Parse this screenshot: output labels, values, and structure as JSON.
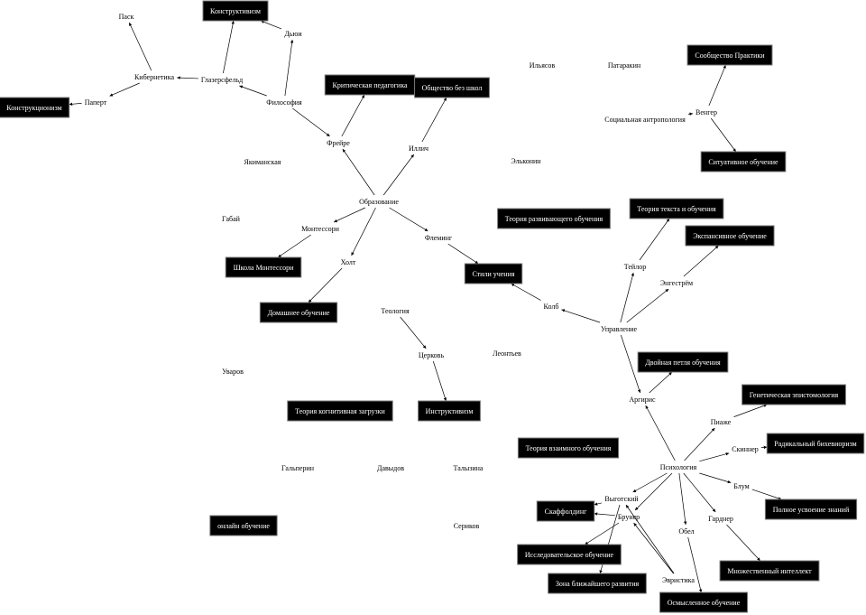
{
  "colors": {
    "background": "#ffffff",
    "box_fill": "#000000",
    "box_text": "#ffffff",
    "plain_text": "#000000",
    "edge": "#000000"
  },
  "nodes": [
    {
      "id": "pask",
      "label": "Паск",
      "type": "plain"
    },
    {
      "id": "constructivism",
      "label": "Конструктивизм",
      "type": "box"
    },
    {
      "id": "dewey",
      "label": "Дьюи",
      "type": "plain"
    },
    {
      "id": "cybernetics",
      "label": "Кибернетика",
      "type": "plain"
    },
    {
      "id": "glasersfeld",
      "label": "Глазерсфельд",
      "type": "plain"
    },
    {
      "id": "papert",
      "label": "Паперт",
      "type": "plain"
    },
    {
      "id": "constructionism",
      "label": "Конструкционизм",
      "type": "box"
    },
    {
      "id": "philosophy",
      "label": "Философия",
      "type": "plain"
    },
    {
      "id": "critped",
      "label": "Критическая педагогика",
      "type": "box"
    },
    {
      "id": "deschooling",
      "label": "Общество без школ",
      "type": "box"
    },
    {
      "id": "freire",
      "label": "Фрейре",
      "type": "plain"
    },
    {
      "id": "illich",
      "label": "Иллич",
      "type": "plain"
    },
    {
      "id": "yakimanskaya",
      "label": "Якиманская",
      "type": "plain"
    },
    {
      "id": "ilyasov",
      "label": "Ильясов",
      "type": "plain"
    },
    {
      "id": "patarakin",
      "label": "Патаракин",
      "type": "plain"
    },
    {
      "id": "cop",
      "label": "Сообщество Практики",
      "type": "box"
    },
    {
      "id": "socanthro",
      "label": "Социальная антропология",
      "type": "plain"
    },
    {
      "id": "wenger",
      "label": "Венгер",
      "type": "plain"
    },
    {
      "id": "situated",
      "label": "Ситуативное обучение",
      "type": "box"
    },
    {
      "id": "elkonin",
      "label": "Эльконин",
      "type": "plain"
    },
    {
      "id": "education",
      "label": "Образование",
      "type": "plain"
    },
    {
      "id": "gabay",
      "label": "Габай",
      "type": "plain"
    },
    {
      "id": "montessori",
      "label": "Монтессори",
      "type": "plain"
    },
    {
      "id": "devlearning",
      "label": "Теория развивающего обучения",
      "type": "box"
    },
    {
      "id": "textlearning",
      "label": "Теория текста и обучения",
      "type": "box"
    },
    {
      "id": "expansive",
      "label": "Экспансивное обучение",
      "type": "box"
    },
    {
      "id": "fleming",
      "label": "Флеминг",
      "type": "plain"
    },
    {
      "id": "holt",
      "label": "Холт",
      "type": "plain"
    },
    {
      "id": "montschool",
      "label": "Школа Монтессори",
      "type": "box"
    },
    {
      "id": "styles",
      "label": "Стили учения",
      "type": "box"
    },
    {
      "id": "taylor",
      "label": "Тейлор",
      "type": "plain"
    },
    {
      "id": "engestrom",
      "label": "Энгестрём",
      "type": "plain"
    },
    {
      "id": "kolb",
      "label": "Колб",
      "type": "plain"
    },
    {
      "id": "homeschool",
      "label": "Домашнее обучение",
      "type": "box"
    },
    {
      "id": "theology",
      "label": "Теология",
      "type": "plain"
    },
    {
      "id": "management",
      "label": "Управление",
      "type": "plain"
    },
    {
      "id": "church",
      "label": "Церковь",
      "type": "plain"
    },
    {
      "id": "leontiev",
      "label": "Леонтьев",
      "type": "plain"
    },
    {
      "id": "uvarov",
      "label": "Уваров",
      "type": "plain"
    },
    {
      "id": "doubleloop",
      "label": "Двойная петля обучения",
      "type": "box"
    },
    {
      "id": "argyris",
      "label": "Аргирис",
      "type": "plain"
    },
    {
      "id": "genepist",
      "label": "Генетическая эпистомология",
      "type": "box"
    },
    {
      "id": "cogload",
      "label": "Теория когнитивная загрузки",
      "type": "box"
    },
    {
      "id": "instructivism",
      "label": "Инструктивизм",
      "type": "box"
    },
    {
      "id": "piaget",
      "label": "Пиаже",
      "type": "plain"
    },
    {
      "id": "reciprocal",
      "label": "Теория взаимного обучения",
      "type": "box"
    },
    {
      "id": "skinner",
      "label": "Скиннер",
      "type": "plain"
    },
    {
      "id": "radbeh",
      "label": "Радикальный бихевиоризм",
      "type": "box"
    },
    {
      "id": "psychology",
      "label": "Психология",
      "type": "plain"
    },
    {
      "id": "galperin",
      "label": "Гальперин",
      "type": "plain"
    },
    {
      "id": "davydov",
      "label": "Давыдов",
      "type": "plain"
    },
    {
      "id": "talyzina",
      "label": "Талызина",
      "type": "plain"
    },
    {
      "id": "bloom",
      "label": "Блум",
      "type": "plain"
    },
    {
      "id": "heuristics",
      "label": "Эвристика",
      "type": "plain"
    },
    {
      "id": "vygotsky",
      "label": "Выготский",
      "type": "plain"
    },
    {
      "id": "scaffolding",
      "label": "Скаффолдинг",
      "type": "box"
    },
    {
      "id": "bruner",
      "label": "Брунер",
      "type": "plain"
    },
    {
      "id": "mastery",
      "label": "Полное усвоение знаний",
      "type": "box"
    },
    {
      "id": "gardner",
      "label": "Гарднер",
      "type": "plain"
    },
    {
      "id": "online",
      "label": "онлайн обучение",
      "type": "box"
    },
    {
      "id": "serikov",
      "label": "Сериков",
      "type": "plain"
    },
    {
      "id": "ausubel",
      "label": "Обел",
      "type": "plain"
    },
    {
      "id": "inquiry",
      "label": "Исследовательское обучение",
      "type": "box"
    },
    {
      "id": "zpd",
      "label": "Зона ближайшего развития",
      "type": "box"
    },
    {
      "id": "multint",
      "label": "Множественный интеллект",
      "type": "box"
    },
    {
      "id": "meaningful",
      "label": "Осмысленное обучение",
      "type": "box"
    }
  ],
  "edges": [
    [
      "cybernetics",
      "pask"
    ],
    [
      "cybernetics",
      "papert"
    ],
    [
      "papert",
      "constructionism"
    ],
    [
      "glasersfeld",
      "cybernetics"
    ],
    [
      "glasersfeld",
      "constructivism"
    ],
    [
      "dewey",
      "constructivism"
    ],
    [
      "philosophy",
      "dewey"
    ],
    [
      "philosophy",
      "glasersfeld"
    ],
    [
      "philosophy",
      "freire"
    ],
    [
      "freire",
      "critped"
    ],
    [
      "education",
      "freire"
    ],
    [
      "education",
      "illich"
    ],
    [
      "illich",
      "deschooling"
    ],
    [
      "education",
      "montessori"
    ],
    [
      "education",
      "holt"
    ],
    [
      "education",
      "fleming"
    ],
    [
      "montessori",
      "montschool"
    ],
    [
      "holt",
      "homeschool"
    ],
    [
      "fleming",
      "styles"
    ],
    [
      "kolb",
      "styles"
    ],
    [
      "management",
      "kolb"
    ],
    [
      "management",
      "taylor"
    ],
    [
      "taylor",
      "textlearning"
    ],
    [
      "management",
      "engestrom"
    ],
    [
      "engestrom",
      "expansive"
    ],
    [
      "management",
      "argyris"
    ],
    [
      "argyris",
      "doubleloop"
    ],
    [
      "psychology",
      "argyris"
    ],
    [
      "psychology",
      "piaget"
    ],
    [
      "piaget",
      "genepist"
    ],
    [
      "psychology",
      "skinner"
    ],
    [
      "skinner",
      "radbeh"
    ],
    [
      "psychology",
      "bloom"
    ],
    [
      "bloom",
      "mastery"
    ],
    [
      "psychology",
      "gardner"
    ],
    [
      "gardner",
      "multint"
    ],
    [
      "psychology",
      "ausubel"
    ],
    [
      "ausubel",
      "meaningful"
    ],
    [
      "psychology",
      "vygotsky"
    ],
    [
      "psychology",
      "bruner"
    ],
    [
      "socanthro",
      "wenger"
    ],
    [
      "wenger",
      "cop"
    ],
    [
      "wenger",
      "situated"
    ],
    [
      "theology",
      "church"
    ],
    [
      "church",
      "instructivism"
    ],
    [
      "vygotsky",
      "scaffolding"
    ],
    [
      "bruner",
      "scaffolding"
    ],
    [
      "bruner",
      "inquiry"
    ],
    [
      "vygotsky",
      "zpd"
    ],
    [
      "heuristics",
      "vygotsky"
    ],
    [
      "heuristics",
      "bruner"
    ]
  ]
}
